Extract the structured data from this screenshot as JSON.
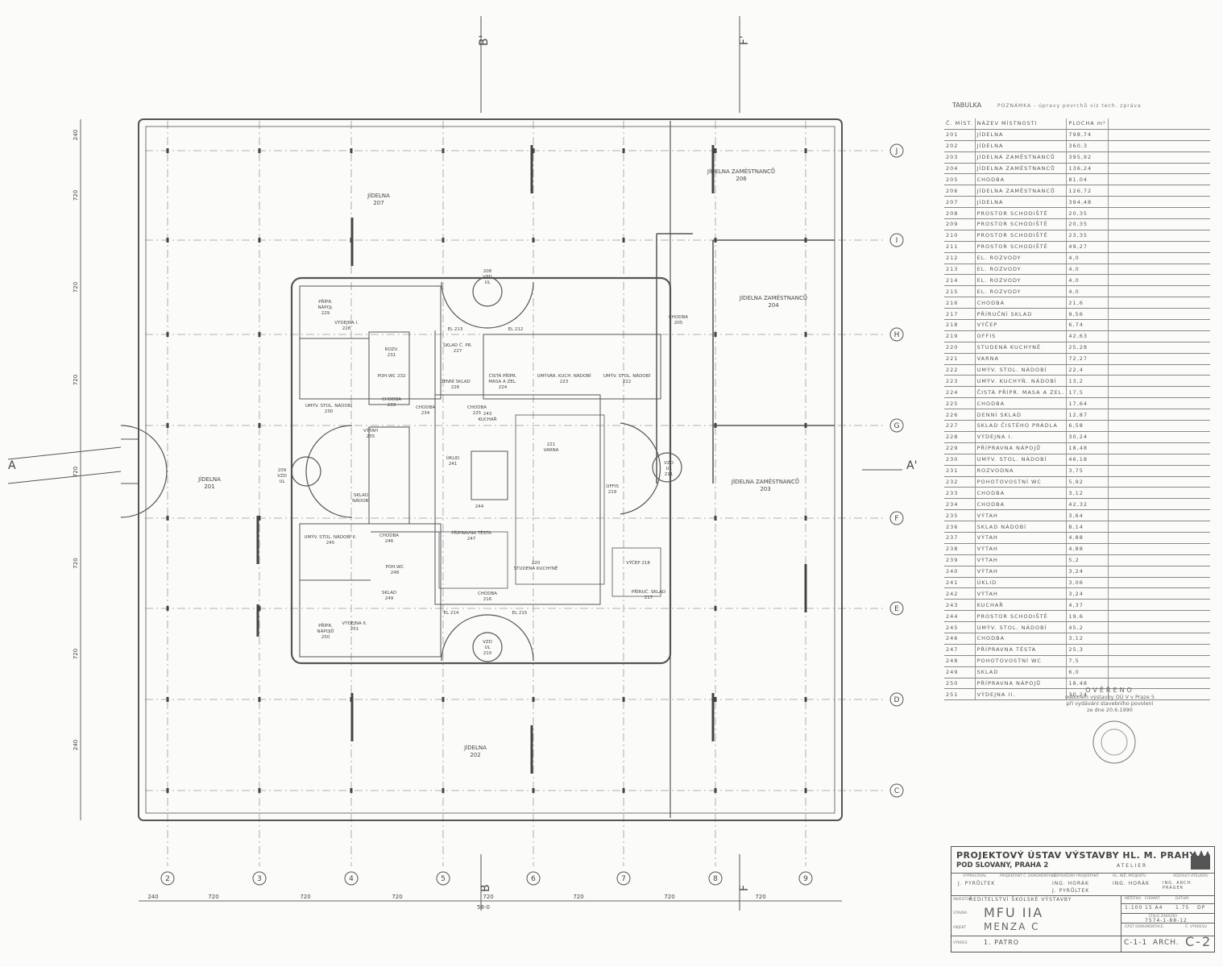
{
  "plan": {
    "section_marks": {
      "b_top": "B'",
      "f_top": "F'",
      "a_left": "A",
      "a_right": "A'",
      "b_bottom": "B",
      "f_bottom": "F"
    },
    "grid_columns": [
      "2",
      "3",
      "4",
      "5",
      "6",
      "7",
      "8",
      "9"
    ],
    "grid_rows": [
      "J",
      "I",
      "H",
      "G",
      "F",
      "E",
      "D",
      "C"
    ],
    "dims_left": [
      "240",
      "720",
      "720",
      "720",
      "720",
      "720",
      "720",
      "240"
    ],
    "dims_bottom": [
      "240",
      "720",
      "720",
      "720",
      "720",
      "720",
      "720",
      "720"
    ],
    "dim_total_bottom": "58-0",
    "rooms": {
      "r207": [
        "JÍDELNA",
        "207"
      ],
      "r206": [
        "JÍDELNA ZAMĚSTNANCŮ",
        "206"
      ],
      "r204": [
        "JÍDELNA ZAMĚSTNANCŮ",
        "204"
      ],
      "r205": [
        "CHODBA",
        "205"
      ],
      "r203": [
        "JÍDELNA ZAMĚSTNANCŮ",
        "203"
      ],
      "r201": [
        "JÍDELNA",
        "201"
      ],
      "r202": [
        "JÍDELNA",
        "202"
      ],
      "r208": [
        "208",
        "VZD",
        "UL"
      ],
      "r209": [
        "209",
        "VZD",
        "UL"
      ],
      "r211": [
        "VZD",
        "UL",
        "211"
      ],
      "r210": [
        "VZD",
        "UL",
        "210"
      ],
      "r229": [
        "PŘÍPR.",
        "NÁPOJ.",
        "229"
      ],
      "r228": [
        "VÝDEJNA I.",
        "228"
      ],
      "r231": [
        "ROZV.",
        "231"
      ],
      "r232": [
        "POH.WC 232"
      ],
      "r227": [
        "SKLAD Č. PR.",
        "227"
      ],
      "r226": [
        "DENNÍ SKLAD",
        "226"
      ],
      "r224": [
        "ČISTÁ PŘÍPR.",
        "MASA A ZEL.",
        "224"
      ],
      "r223": [
        "UMÝVÁR. KUCH. NÁDOBÍ",
        "223"
      ],
      "r222": [
        "UMÝV. STOL. NÁDOBÍ",
        "222"
      ],
      "r230": [
        "UMÝV. STOL. NÁDOBÍ",
        "230"
      ],
      "r233": [
        "CHODBA",
        "233"
      ],
      "r234": [
        "CHODBA",
        "234"
      ],
      "r225": [
        "CHODBA",
        "225"
      ],
      "r235": [
        "VÝTAH",
        "235"
      ],
      "r243": [
        "243",
        "KUCHAŘ"
      ],
      "r241": [
        "ÚKLID",
        "241"
      ],
      "r221": [
        "221",
        "VARNA"
      ],
      "r219": [
        "OFFIS",
        "219"
      ],
      "r236": [
        "SKLAD",
        "NÁDOBÍ"
      ],
      "r244": [
        "244"
      ],
      "r247": [
        "PŘÍPRAVNA TĚSTA",
        "247"
      ],
      "r245": [
        "UMÝV. STOL. NÁDOBÍ II.",
        "245"
      ],
      "r246": [
        "CHODBA",
        "246"
      ],
      "r248": [
        "POH.WC",
        "248"
      ],
      "r249": [
        "SKLAD",
        "249"
      ],
      "r220": [
        "220",
        "STUDENÁ KUCHYNĚ"
      ],
      "r216": [
        "CHODBA",
        "216"
      ],
      "r218": [
        "VÝČEP 218"
      ],
      "r217": [
        "PŘÍRUČ. SKLAD",
        "217"
      ],
      "r251": [
        "VÝDEJNA II.",
        "251"
      ],
      "r250": [
        "PŘÍPR.",
        "NÁPOJŮ",
        "250"
      ],
      "el": [
        "EL 213",
        "EL 212",
        "EL 214",
        "EL 215"
      ]
    }
  },
  "table": {
    "title": "TABULKA",
    "note": "POZNÁMKA - úpravy povrchů viz tech. zpráva",
    "headers": [
      "Č. MÍST.",
      "NÁZEV MÍSTNOSTI",
      "PLOCHA m²"
    ],
    "rows": [
      [
        "201",
        "JÍDELNA",
        "798,74"
      ],
      [
        "202",
        "JÍDELNA",
        "360,3"
      ],
      [
        "203",
        "JÍDELNA ZAMĚSTNANCŮ",
        "395,92"
      ],
      [
        "204",
        "JÍDELNA ZAMĚSTNANCŮ",
        "136,24"
      ],
      [
        "205",
        "CHODBA",
        "81,04"
      ],
      [
        "206",
        "JÍDELNA ZAMĚSTNANCŮ",
        "126,72"
      ],
      [
        "207",
        "JÍDELNA",
        "394,48"
      ],
      [
        "208",
        "PROSTOR SCHODIŠTĚ",
        "20,35"
      ],
      [
        "209",
        "PROSTOR SCHODIŠTĚ",
        "20,35"
      ],
      [
        "210",
        "PROSTOR SCHODIŠTĚ",
        "23,35"
      ],
      [
        "211",
        "PROSTOR SCHODIŠTĚ",
        "49,27"
      ],
      [
        "212",
        "EL. ROZVODY",
        "4,0"
      ],
      [
        "213",
        "EL. ROZVODY",
        "4,0"
      ],
      [
        "214",
        "EL. ROZVODY",
        "4,0"
      ],
      [
        "215",
        "EL. ROZVODY",
        "4,0"
      ],
      [
        "216",
        "CHODBA",
        "21,6"
      ],
      [
        "217",
        "PŘÍRUČNÍ SKLAD",
        "9,56"
      ],
      [
        "218",
        "VÝČEP",
        "6,74"
      ],
      [
        "219",
        "OFFIS",
        "42,63"
      ],
      [
        "220",
        "STUDENÁ KUCHYNĚ",
        "25,28"
      ],
      [
        "221",
        "VARNA",
        "72,27"
      ],
      [
        "222",
        "UMÝV. STOL. NÁDOBÍ",
        "22,4"
      ],
      [
        "223",
        "UMÝV. KUCHYŇ. NÁDOBÍ",
        "13,2"
      ],
      [
        "224",
        "ČISTÁ PŘÍPR. MASA A ZEL.",
        "17,5"
      ],
      [
        "225",
        "CHODBA",
        "17,64"
      ],
      [
        "226",
        "DENNÍ SKLAD",
        "12,87"
      ],
      [
        "227",
        "SKLAD ČISTÉHO PRÁDLA",
        "6,58"
      ],
      [
        "228",
        "VÝDEJNA I.",
        "30,24"
      ],
      [
        "229",
        "PŘÍPRAVNA NÁPOJŮ",
        "18,48"
      ],
      [
        "230",
        "UMÝV. STOL. NÁDOBÍ",
        "46,18"
      ],
      [
        "231",
        "ROZVODNA",
        "3,75"
      ],
      [
        "232",
        "POHOTOVOSTNÍ WC",
        "5,92"
      ],
      [
        "233",
        "CHODBA",
        "3,12"
      ],
      [
        "234",
        "CHODBA",
        "42,32"
      ],
      [
        "235",
        "VÝTAH",
        "3,64"
      ],
      [
        "236",
        "SKLAD NÁDOBÍ",
        "8,14"
      ],
      [
        "237",
        "VÝTAH",
        "4,88"
      ],
      [
        "238",
        "VÝTAH",
        "4,88"
      ],
      [
        "239",
        "VÝTAH",
        "5,2"
      ],
      [
        "240",
        "VÝTAH",
        "3,24"
      ],
      [
        "241",
        "ÚKLID",
        "3,06"
      ],
      [
        "242",
        "VÝTAH",
        "3,24"
      ],
      [
        "243",
        "KUCHAŘ",
        "4,37"
      ],
      [
        "244",
        "PROSTOR SCHODIŠTĚ",
        "19,6"
      ],
      [
        "245",
        "UMÝV. STOL. NÁDOBÍ",
        "45,2"
      ],
      [
        "246",
        "CHODBA",
        "3,12"
      ],
      [
        "247",
        "PŘÍPRAVNA TĚSTA",
        "25,3"
      ],
      [
        "248",
        "POHOTOVOSTNÍ WC",
        "7,5"
      ],
      [
        "249",
        "SKLAD",
        "6,0"
      ],
      [
        "250",
        "PŘÍPRAVNA NÁPOJŮ",
        "18,48"
      ],
      [
        "251",
        "VÝDEJNA II.",
        "30,24"
      ]
    ]
  },
  "stamp": {
    "title": "OVĚŘENO",
    "lines": [
      "odborem výstavby OÚ V v Praze 5",
      "při vydávání stavebního povolení",
      "ze dne 20.6.1990"
    ]
  },
  "title_block": {
    "org": "PROJEKTOVÝ ÚSTAV VÝSTAVBY HL. M. PRAHY",
    "address": "POD SLOVANY, PRAHA 2",
    "atelier": "ATELIER",
    "labels": [
      "VYPRACOVAL",
      "PROJEKTANT Č. DOKUMENTACE",
      "ODPOVĚDNÝ PROJEKTANT",
      "HL. INŽ. PROJEKTU",
      "VEDOUCÍ ATELIÉRU",
      "INVESTOR",
      "STAVBA",
      "OBJEKT",
      "VÝKRES",
      "MĚŘÍTKO",
      "FORMÁT",
      "DATUM",
      "ČÍSLO ZAKÁZKY",
      "ČÁST DOKUMENTACE",
      "Č. VÝKRESU"
    ],
    "drafter": "J. PYRŮLTEK",
    "responsible": [
      "ING. HORÁK",
      "J. PYRŮLTEK"
    ],
    "chief": "ING. HORÁK",
    "head": "ING. ARCH. PRAGER",
    "investor": "ŘEDITELSTVÍ ŠKOLSKÉ VÝSTAVBY",
    "stavba": "MFU IIA",
    "objekt": "MENZA C",
    "vykres": "1. PATRO",
    "scale": "1:100",
    "format": "15 A4",
    "date": "1.75",
    "stupen": "DP",
    "zakazka": "7574-1-88-12",
    "cast": "C-1-1",
    "arch": "ARCH.",
    "number": "C-2"
  }
}
